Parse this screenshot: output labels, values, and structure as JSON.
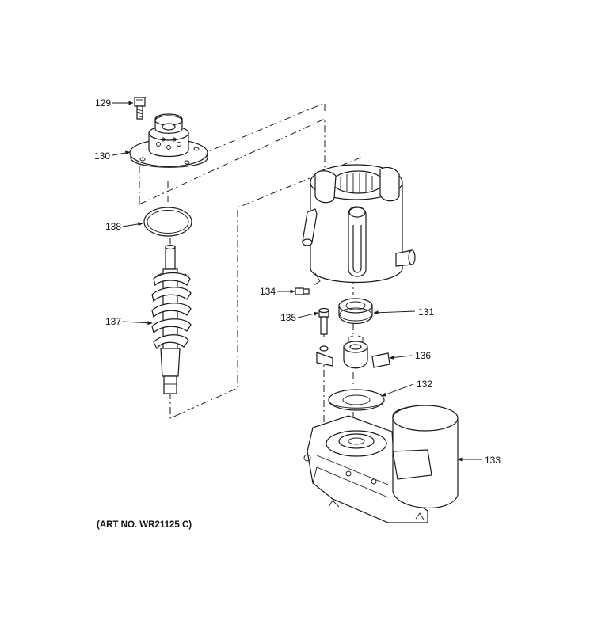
{
  "callouts": {
    "c129": "129",
    "c130": "130",
    "c138": "138",
    "c137": "137",
    "c134": "134",
    "c135": "135",
    "c131": "131",
    "c136": "136",
    "c132": "132",
    "c133": "133"
  },
  "art_number": "(ART NO. WR21125 C)"
}
